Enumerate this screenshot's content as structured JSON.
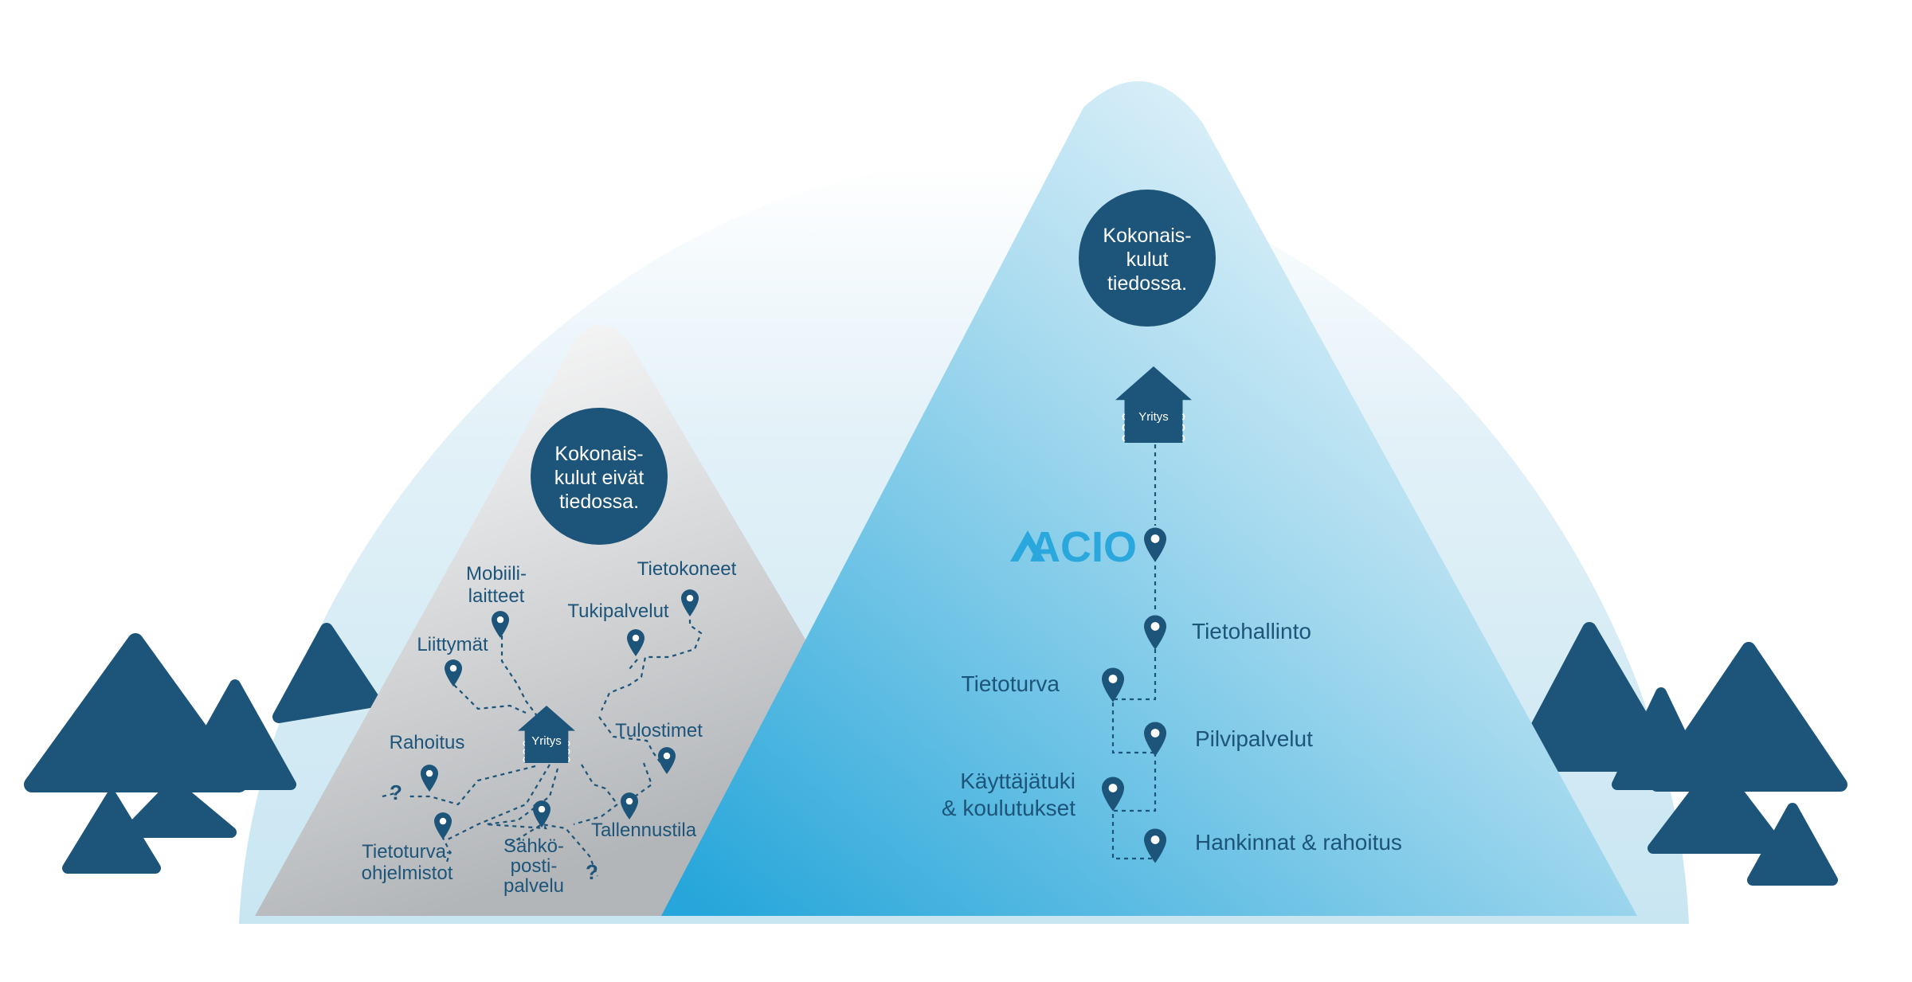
{
  "colors": {
    "navy": "#1d5479",
    "acio_cyan": "#2aa7dc",
    "light_blue": "#a9d7ea",
    "pale_blue": "#d8eef7",
    "grey": "#b9bcbf"
  },
  "left": {
    "circle_text": [
      "Kokonais-",
      "kulut eivät",
      "tiedossa."
    ],
    "house_label": "Yritys",
    "labels": {
      "mobiili": [
        "Mobiili-",
        "laitteet"
      ],
      "tietokoneet": "Tietokoneet",
      "tukipalvelut": "Tukipalvelut",
      "liittymat": "Liittymät",
      "rahoitus": "Rahoitus",
      "tulostimet": "Tulostimet",
      "tallennustila": "Tallennustila",
      "tietoturva": [
        "Tietoturva-",
        "ohjelmistot"
      ],
      "sahko": [
        "Sähkö-",
        "posti-",
        "palvelu"
      ]
    },
    "question_marks": [
      "?",
      "?"
    ]
  },
  "right": {
    "circle_text": [
      "Kokonais-",
      "kulut",
      "tiedossa."
    ],
    "house_label": "Yritys",
    "logo_text": "ACIO",
    "labels": {
      "tietohallinto": "Tietohallinto",
      "tietoturva": "Tietoturva",
      "pilvipalvelut": "Pilvipalvelut",
      "kayttajatuki": [
        "Käyttäjätuki",
        "& koulutukset"
      ],
      "hankinnat": "Hankinnat & rahoitus"
    }
  }
}
